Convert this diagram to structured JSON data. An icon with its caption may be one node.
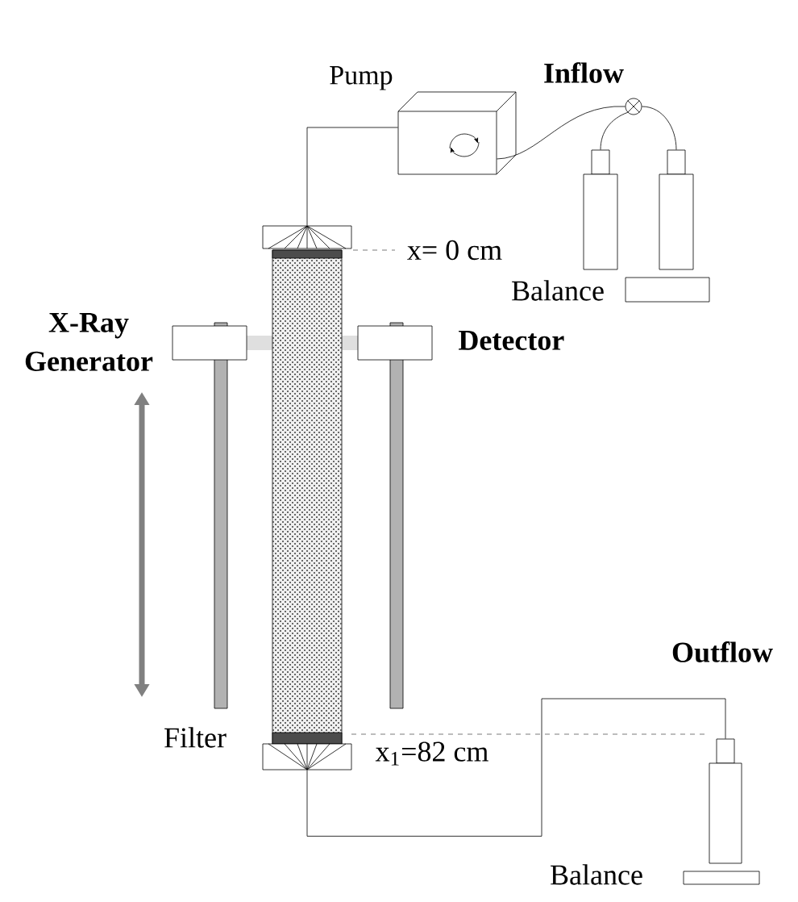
{
  "diagram": {
    "nodes": [
      {
        "text": [
          "Pump"
        ]
      },
      {
        "text": [],
        "shape": "circle"
      },
      {
        "text": [],
        "shape": "cylinder"
      },
      {
        "text": [],
        "shape": "cylinder"
      },
      {
        "text": [],
        "shape": "box",
        "beside": [
          "Balance"
        ]
      },
      {
        "text": [],
        "shape": "box"
      },
      {
        "text": [],
        "shape": "box",
        "beside": [
          "X-Ray Generator"
        ]
      },
      {
        "text": [],
        "shape": "box",
        "beside": [
          "Detector"
        ]
      },
      {
        "text": [],
        "shape": "cylinder"
      },
      {
        "text": [],
        "shape": "box",
        "beside": [
          "Balance"
        ]
      }
    ],
    "edges": [
      {
        "from": 1,
        "to": 0,
        "arrow": "none"
      },
      {
        "from": 2,
        "to": 1,
        "arrow": "none"
      },
      {
        "from": 3,
        "to": 1,
        "arrow": "none"
      },
      {
        "from": 0,
        "to": 5,
        "arrow": "none"
      },
      {
        "from": 5,
        "to": 8,
        "arrow": "none"
      }
    ],
    "labels": [
      "Inflow",
      "x= 0 cm",
      "Outflow",
      "Filter",
      "x$_{1}$=82 cm"
    ]
  }
}
